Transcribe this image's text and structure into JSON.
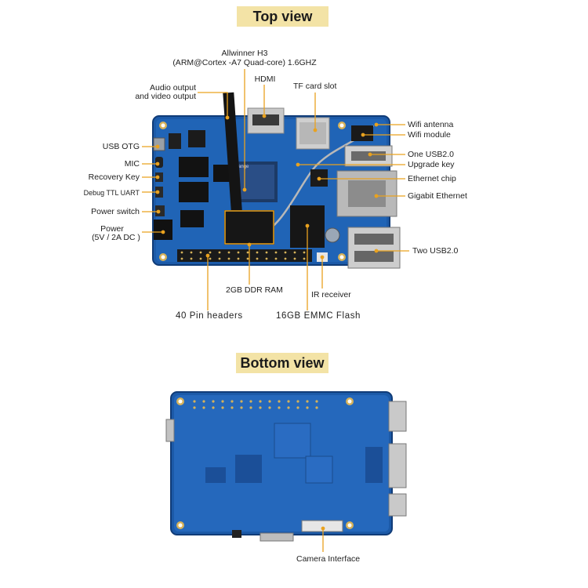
{
  "titles": {
    "top": "Top view",
    "bottom": "Bottom view"
  },
  "labels": {
    "cpu_line1": "Allwinner H3",
    "cpu_line2": "(ARM@Cortex -A7 Quad-core) 1.6GHZ",
    "hdmi": "HDMI",
    "tf_card": "TF card slot",
    "audio_line1": "Audio output",
    "audio_line2": "and video output",
    "usb_otg": "USB OTG",
    "mic": "MIC",
    "recovery_key": "Recovery Key",
    "debug_uart": "Debug TTL UART",
    "power_switch": "Power switch",
    "power_line1": "Power",
    "power_line2": "(5V / 2A DC )",
    "wifi_antenna": "Wifi antenna",
    "wifi_module": "Wifi module",
    "one_usb": "One USB2.0",
    "upgrade_key": "Upgrade key",
    "ethernet_chip": "Ethernet chip",
    "gigabit_ethernet": "Gigabit Ethernet",
    "two_usb": "Two USB2.0",
    "ram": "2GB DDR RAM",
    "ir_receiver": "IR receiver",
    "pin_headers": "40 Pin headers",
    "emmc": "16GB EMMC Flash",
    "camera": "Camera Interface"
  },
  "colors": {
    "accent": "#e9a21f",
    "title_bg": "#f3e3a6",
    "pcb": "#1c5aa8"
  }
}
